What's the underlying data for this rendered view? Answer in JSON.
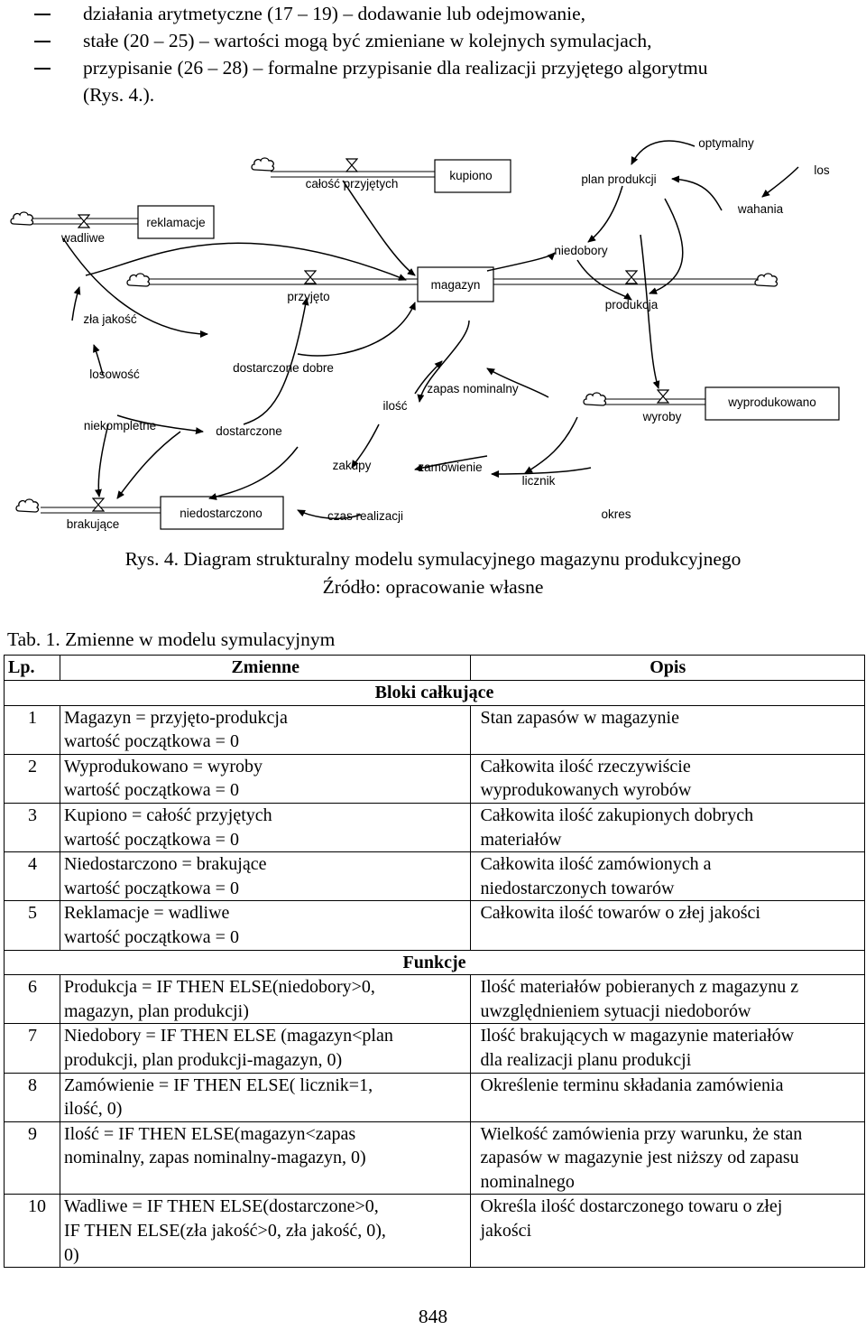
{
  "bullets": [
    "działania arytmetyczne (17 – 19) – dodawanie lub odejmowanie,",
    "stałe (20 – 25) – wartości mogą być zmieniane w kolejnych symulacjach,",
    "przypisanie (26 – 28) – formalne przypisanie dla realizacji przyjętego algorytmu"
  ],
  "bullet_continuation": "(Rys. 4.).",
  "diagram": {
    "labels": {
      "kupiono": "kupiono",
      "calosc_przyjetych": "całość przyjętych",
      "reklamacje": "reklamacje",
      "wadliwe": "wadliwe",
      "przyjeto": "przyjęto",
      "magazyn": "magazyn",
      "produkcja": "produkcja",
      "niedobory": "niedobory",
      "plan_produkcji": "plan produkcji",
      "optymalny": "optymalny",
      "los": "los",
      "wahania": "wahania",
      "zla_jakosc": "zła jakość",
      "losowosc": "losowość",
      "dostarczone_dobre": "dostarczone dobre",
      "zapas_nominalny": "zapas nominalny",
      "ilosc": "ilość",
      "wyroby": "wyroby",
      "wyprodukowano": "wyprodukowano",
      "niekompletne": "niekompletne",
      "dostarczone": "dostarczone",
      "zakupy": "zakupy",
      "zamowienie": "zamówienie",
      "licznik": "licznik",
      "brakujace": "brakujące",
      "niedostarczono": "niedostarczono",
      "czas_realizacji": "czas realizacji",
      "okres": "okres"
    }
  },
  "caption": {
    "line1": "Rys. 4. Diagram strukturalny modelu symulacyjnego magazynu produkcyjnego",
    "line2": "Źródło: opracowanie własne"
  },
  "table": {
    "title": "Tab. 1. Zmienne w modelu symulacyjnym",
    "headers": {
      "lp": "Lp.",
      "zmienne": "Zmienne",
      "opis": "Opis"
    },
    "section_blocks": "Bloki całkujące",
    "section_functions": "Funkcje",
    "block_rows": [
      {
        "lp": "1",
        "zmienne": [
          "Magazyn = przyjęto-produkcja",
          "wartość początkowa = 0"
        ],
        "opis": [
          "Stan zapasów w magazynie"
        ]
      },
      {
        "lp": "2",
        "zmienne": [
          "Wyprodukowano = wyroby",
          "wartość początkowa = 0"
        ],
        "opis": [
          "Całkowita ilość rzeczywiście",
          "wyprodukowanych wyrobów"
        ]
      },
      {
        "lp": "3",
        "zmienne": [
          "Kupiono = całość przyjętych",
          "wartość początkowa = 0"
        ],
        "opis": [
          "Całkowita ilość zakupionych dobrych",
          "materiałów"
        ]
      },
      {
        "lp": "4",
        "zmienne": [
          "Niedostarczono = brakujące",
          "wartość początkowa = 0"
        ],
        "opis": [
          "Całkowita ilość zamówionych a",
          "niedostarczonych towarów"
        ]
      },
      {
        "lp": "5",
        "zmienne": [
          "Reklamacje = wadliwe",
          "wartość początkowa = 0"
        ],
        "opis": [
          "Całkowita ilość towarów o złej jakości"
        ]
      }
    ],
    "function_rows": [
      {
        "lp": "6",
        "zmienne": [
          "Produkcja = IF THEN ELSE(niedobory>0,",
          "magazyn, plan produkcji)"
        ],
        "opis": [
          "Ilość materiałów pobieranych z magazynu z",
          "uwzględnieniem sytuacji niedoborów"
        ]
      },
      {
        "lp": "7",
        "zmienne": [
          "Niedobory = IF THEN ELSE (magazyn<plan",
          "produkcji, plan produkcji-magazyn, 0)"
        ],
        "opis": [
          "Ilość brakujących w magazynie materiałów",
          "dla realizacji planu produkcji"
        ]
      },
      {
        "lp": "8",
        "zmienne": [
          "Zamówienie = IF THEN ELSE( licznik=1,",
          "ilość, 0)"
        ],
        "opis": [
          "Określenie terminu składania zamówienia"
        ]
      },
      {
        "lp": "9",
        "zmienne": [
          "Ilość = IF THEN ELSE(magazyn<zapas",
          "nominalny, zapas nominalny-magazyn, 0)"
        ],
        "opis": [
          "Wielkość zamówienia przy warunku, że stan",
          "zapasów w magazynie jest niższy od zapasu",
          "nominalnego"
        ]
      },
      {
        "lp": "10",
        "zmienne": [
          "Wadliwe = IF THEN ELSE(dostarczone>0,",
          "IF THEN ELSE(zła jakość>0, zła jakość, 0),",
          "0)"
        ],
        "opis": [
          "Określa ilość dostarczonego towaru o złej",
          "jakości"
        ]
      }
    ]
  },
  "page_number": "848"
}
